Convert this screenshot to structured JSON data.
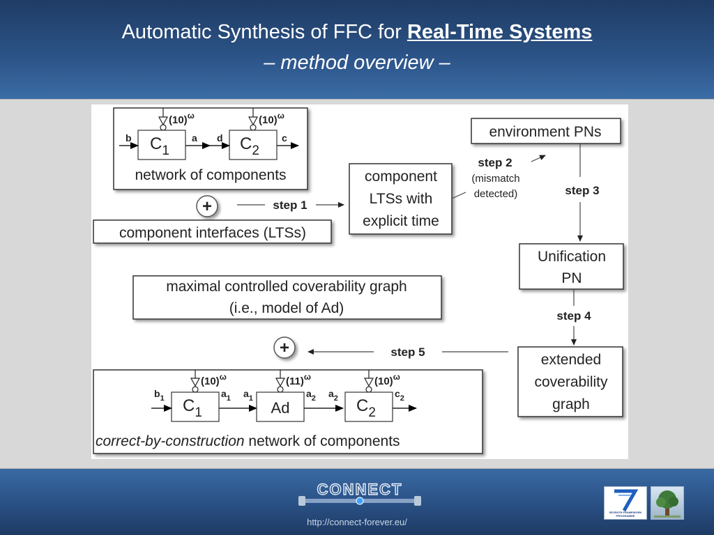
{
  "header": {
    "title_prefix": "Automatic Synthesis of FFC for ",
    "title_highlight": "Real-Time Systems",
    "subtitle": "– method overview –"
  },
  "diagram": {
    "top_network": {
      "c1": {
        "name": "C",
        "sub": "1",
        "tick": "(10)",
        "sup": "ω",
        "in": "b",
        "out": "a"
      },
      "c2": {
        "name": "C",
        "sub": "2",
        "tick": "(10)",
        "sup": "ω",
        "in": "d",
        "out": "c"
      },
      "caption": "network of components"
    },
    "plus_symbol": "+",
    "interfaces_label": "component interfaces (LTSs)",
    "steps": {
      "step1": "step 1",
      "step2": "step 2",
      "step2_note_line1": "(mismatch",
      "step2_note_line2": "detected)",
      "step3": "step 3",
      "step4": "step 4",
      "step5": "step 5"
    },
    "component_ltss": [
      "component",
      "LTSs with",
      "explicit time"
    ],
    "environment_pns": "environment PNs",
    "unification_pn": [
      "Unification",
      "PN"
    ],
    "extended_graph": [
      "extended",
      "coverability",
      "graph"
    ],
    "maximal_graph": [
      "maximal controlled coverability graph",
      "(i.e., model of Ad)"
    ],
    "bottom_network": {
      "c1": {
        "name": "C",
        "sub": "1",
        "tick": "(10)",
        "sup": "ω",
        "in": "b",
        "in_sub": "1",
        "out": "a",
        "out_sub": "1"
      },
      "ad": {
        "name": "Ad",
        "tick": "(11)",
        "sup": "ω",
        "in": "a",
        "in_sub": "1",
        "out": "a",
        "out_sub": "2"
      },
      "c2": {
        "name": "C",
        "sub": "2",
        "tick": "(10)",
        "sup": "ω",
        "in": "a",
        "in_sub": "2",
        "out": "c",
        "out_sub": "2"
      },
      "caption_italic": "correct-by-construction",
      "caption_rest": " network of components"
    }
  },
  "footer": {
    "logo_text": "CONNECT",
    "url": "http://connect-forever.eu/",
    "fp7_label_line1": "SEVENTH FRAMEWORK",
    "fp7_label_line2": "PROGRAMME"
  }
}
